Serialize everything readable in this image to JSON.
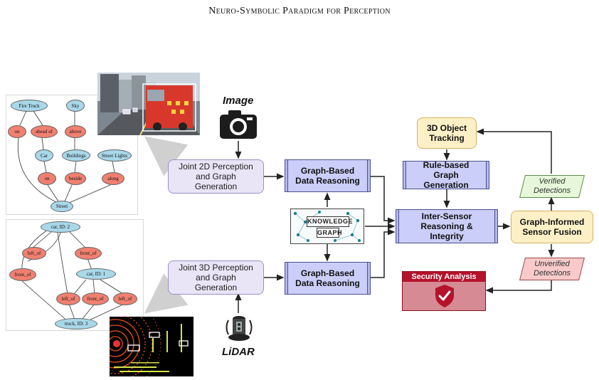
{
  "header": "Neuro-Symbolic Paradigm for Perception",
  "inputs": {
    "image_label": "Image",
    "lidar_label": "LiDAR"
  },
  "boxes": {
    "joint2d": "Joint 2D Perception and Graph Generation",
    "joint3d": "Joint 3D Perception and Graph Generation",
    "gbdr_top": "Graph-Based Data Reasoning",
    "gbdr_bottom": "Graph-Based Data Reasoning",
    "knowledge_graph": [
      "KNOWLEDGE",
      "GRAPH"
    ],
    "rule_based": "Rule-based Graph Generation",
    "inter_sensor": "Inter-Sensor Reasoning & Integrity",
    "tracking": "3D Object Tracking",
    "fusion": "Graph-Informed Sensor Fusion",
    "verified": "Verified Detections",
    "unverified": "Unverified Detections",
    "security": "Security Analysis"
  },
  "graph2d": {
    "nodes": [
      "Fire Truck",
      "Sky",
      "on",
      "ahead of",
      "above",
      "Car",
      "Buildings",
      "Street Lights",
      "on",
      "beside",
      "along",
      "Street"
    ]
  },
  "graph3d": {
    "nodes": [
      "car, ID: 2",
      "left_of",
      "front_of",
      "front_of",
      "car, ID: 1",
      "left_of",
      "front_of",
      "left_of",
      "truck, ID: 3"
    ]
  },
  "colors": {
    "purple_fill": "#e9e4f6",
    "blue_fill": "#cbcef8",
    "yellow_fill": "#fdf0c6",
    "green_fill": "#e6f8d9",
    "pink_fill": "#f8caca",
    "security_red": "#b5122b"
  }
}
